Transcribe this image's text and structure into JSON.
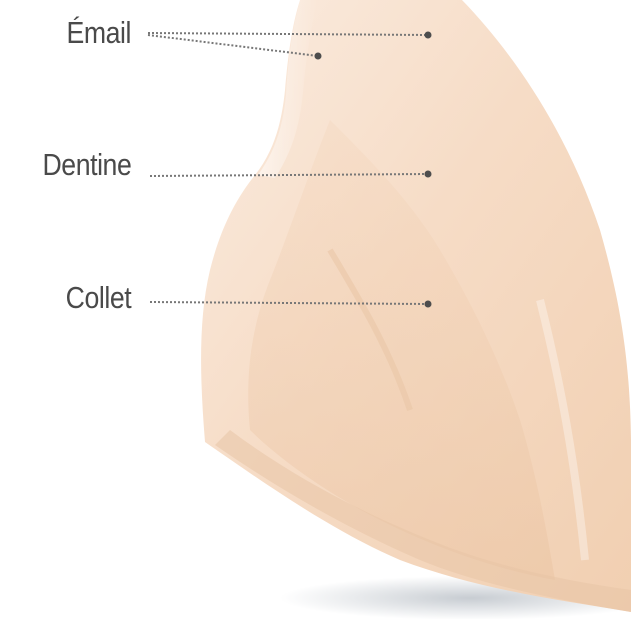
{
  "labels": {
    "email": "Émail",
    "dentine": "Dentine",
    "collet": "Collet"
  },
  "colors": {
    "tooth_light": "#f7e2cf",
    "tooth_mid": "#f1d2b6",
    "tooth_dark": "#e6bf9e",
    "leader_line": "#777777",
    "leader_dot": "#4d4d4d",
    "label_text": "#4a4a4a"
  }
}
